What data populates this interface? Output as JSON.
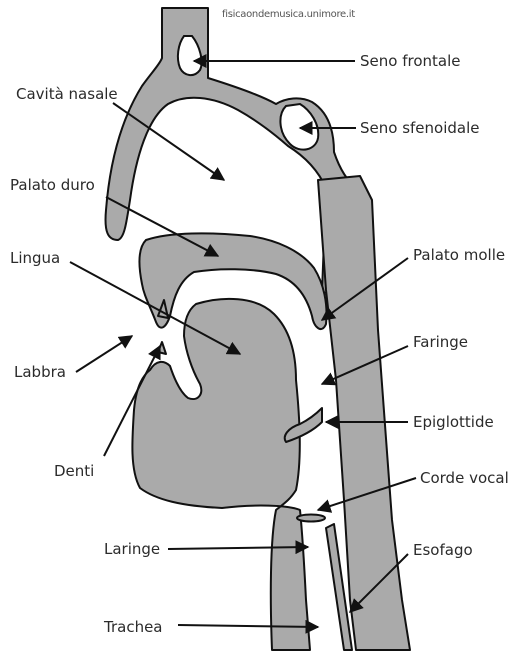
{
  "source_credit": "fisicaondemusica.unimore.it",
  "labels": {
    "seno_frontale": "Seno frontale",
    "cavita_nasale": "Cavità nasale",
    "seno_sfenoidale": "Seno sfenoidale",
    "palato_duro": "Palato duro",
    "lingua": "Lingua",
    "palato_molle": "Palato molle",
    "faringe": "Faringe",
    "labbra": "Labbra",
    "epiglottide": "Epiglottide",
    "denti": "Denti",
    "corde_vocali": "Corde vocali",
    "laringe": "Laringe",
    "esofago": "Esofago",
    "trachea": "Trachea"
  },
  "colors": {
    "tissue": "#aaaaaa",
    "outline": "#111111",
    "text": "#2b2b2b",
    "background": "#ffffff"
  }
}
